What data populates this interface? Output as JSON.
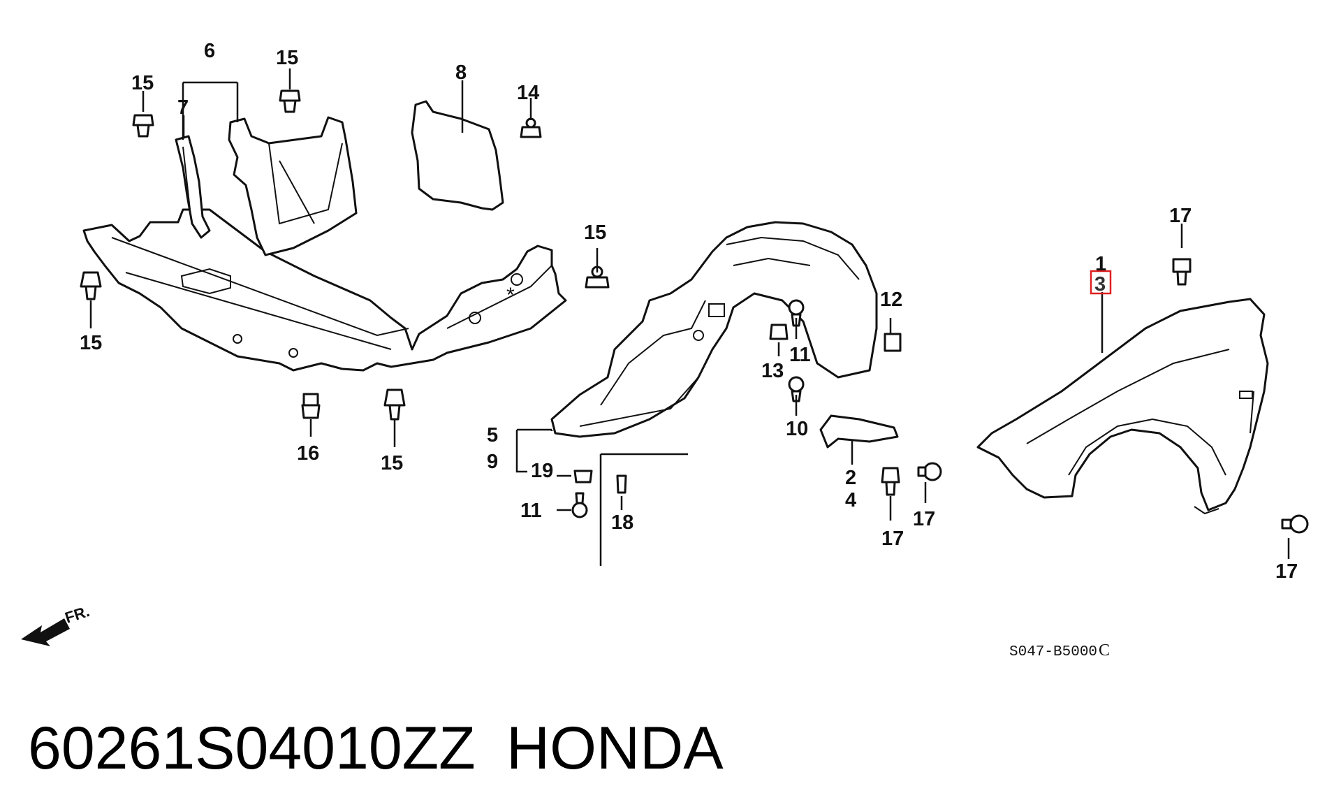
{
  "diagram_code": "S047-B5000",
  "diagram_code_suffix": "C",
  "direction_label": "FR.",
  "part_number": "60261S04010ZZ",
  "brand": "HONDA",
  "highlight_color": "#e02020",
  "callouts": {
    "c1": "1",
    "c2": "2",
    "c3": "3",
    "c4": "4",
    "c5": "5",
    "c6": "6",
    "c7": "7",
    "c8": "8",
    "c9": "9",
    "c10": "10",
    "c11a": "11",
    "c11b": "11",
    "c12": "12",
    "c13": "13",
    "c14": "14",
    "c15a": "15",
    "c15b": "15",
    "c15c": "15",
    "c15d": "15",
    "c15e": "15",
    "c16": "16",
    "c17a": "17",
    "c17b": "17",
    "c17c": "17",
    "c17d": "17",
    "c18": "18",
    "c19": "19"
  }
}
